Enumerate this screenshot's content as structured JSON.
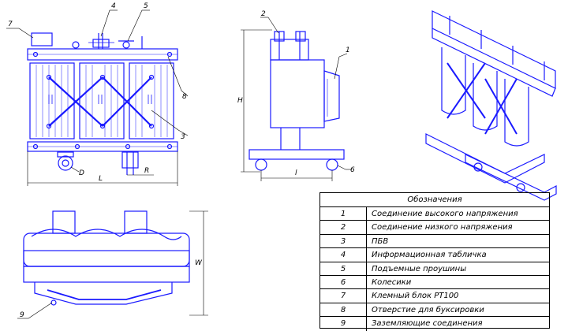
{
  "callouts": [
    "1",
    "2",
    "3",
    "4",
    "5",
    "6",
    "7",
    "8",
    "9"
  ],
  "dimensions": {
    "L": "L",
    "D": "D",
    "R": "R",
    "H": "H",
    "l": "l",
    "W": "W"
  },
  "legend": {
    "title": "Обозначения",
    "rows": [
      {
        "num": "1",
        "text": "Соединение высокого напряжения"
      },
      {
        "num": "2",
        "text": "Соединение низкого напряжения"
      },
      {
        "num": "3",
        "text": "ПБВ"
      },
      {
        "num": "4",
        "text": "Информационная табличка"
      },
      {
        "num": "5",
        "text": "Подъемные проушины"
      },
      {
        "num": "6",
        "text": "Колесики"
      },
      {
        "num": "7",
        "text": "Клемный блок PT100"
      },
      {
        "num": "8",
        "text": "Отверстие для буксировки"
      },
      {
        "num": "9",
        "text": "Заземляющие соединения"
      }
    ]
  },
  "colors": {
    "drawing": "#1a1aff",
    "lines": "#000000",
    "background": "#ffffff"
  }
}
